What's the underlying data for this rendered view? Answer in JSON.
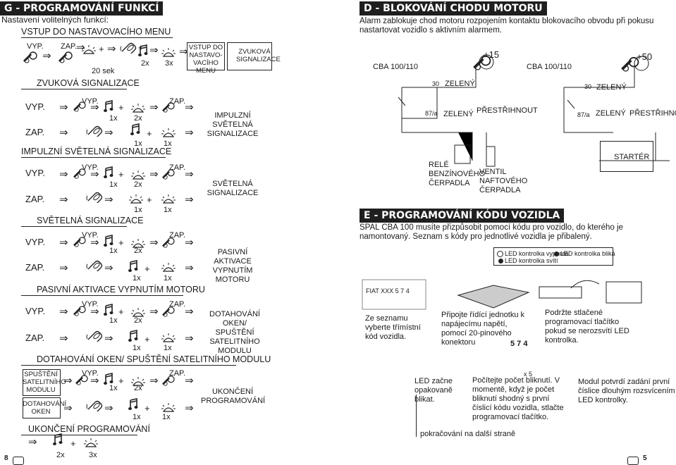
{
  "left": {
    "header": "G - PROGRAMOVÁNÍ FUNKCÍ",
    "intro": "Nastavení volitelných funkcí:",
    "entry_label": "VSTUP DO NASTAVOVACÍHO MENU",
    "entry_vyp": "VYP.",
    "entry_zap": "ZAP.",
    "entry_20s": "20 sek",
    "entry_2x": "2x",
    "entry_3x": "3x",
    "entry_box": "VSTUP DO NASTAVO-VACÍHO MENU",
    "entry_box2": "ZVUKOVÁ SIGNALIZACE",
    "sections": [
      {
        "title": "ZVUKOVÁ SIGNALIZACE",
        "box": "IMPULZNÍ SVĚTELNÁ SIGNALIZACE"
      },
      {
        "title": "IMPULZNÍ SVĚTELNÁ SIGNALIZACE",
        "box": "SVĚTELNÁ SIGNALIZACE"
      },
      {
        "title": "SVĚTELNÁ SIGNALIZACE",
        "box": "PASIVNÍ AKTIVACE VYPNUTÍM MOTORU"
      },
      {
        "title": "PASIVNÍ AKTIVACE VYPNUTÍM MOTORU",
        "box": "DOTAHOVÁNÍ OKEN/ SPUŠTĚNÍ SATELITNÍHO MODULU"
      },
      {
        "title": "DOTAHOVÁNÍ OKEN/ SPUŠTĚNÍ SATELITNÍHO MODULU",
        "box": "UKONČENÍ PROGRAMOVÁNÍ"
      }
    ],
    "row_vyp": "VYP.",
    "row_zap": "ZAP.",
    "x1": "1x",
    "x2": "2x",
    "last_left_1": "SPUŠTĚNÍ SATELITNÍHO MODULU",
    "last_left_2": "DOTAHOVÁNÍ OKEN",
    "end_label": "UKONČENÍ PROGRAMOVÁNÍ",
    "end_2x": "2x",
    "end_3x": "3x",
    "page": "8"
  },
  "right": {
    "header_d": "D - BLOKOVÁNÍ CHODU MOTORU",
    "d_text": "Alarm zablokuje chod motoru rozpojením kontaktu blokovacího obvodu při pokusu nastartovat vozidlo s aktivním alarmem.",
    "cba1": "CBA 100/110",
    "cba2": "CBA 100/110",
    "plus15": "+15",
    "plus50": "+50",
    "w30a": "30",
    "w30b": "30",
    "w87a": "87/a",
    "w87b": "87/a",
    "zeleny": "ZELENÝ",
    "prestrihnout": "PŘESTŘIHNOUT",
    "rele": "RELÉ BENZÍNOVÉHO ČERPADLA",
    "ventil": "VENTIL NAFTOVÉHO ČERPADLA",
    "starter": "STARTÉR",
    "header_e": "E - PROGRAMOVÁNÍ KÓDU VOZIDLA",
    "e_text": "SPAL CBA 100 musíte přizpůsobit pomocí kódu pro vozidlo, do kterého je namontovaný. Seznam s kódy pro jednotlivé vozidla je přibalený.",
    "legend_off": "LED kontrolka vypnutá",
    "legend_on": "LED kontrolka svítí",
    "legend_blink": "LED kontrolka bliká",
    "fiat": "FIAT XXX  5 7 4",
    "step1": "Ze seznamu vyberte třímístní kód vozidla.",
    "step2": "Připojte řídící jednotku k napájecímu napětí, pomocí 20-pinového konektoru",
    "step3": "Podržte stlačené programovací tlačítko pokud se nerozsvítí LED kontrolka.",
    "code_digits": "5 7 4",
    "step4": "LED začne opakovaně blikat.",
    "x5": "x 5",
    "step5": "Počítejte počet bliknutí. V momentě, když je počet bliknutí shodný s první číslicí kódu vozidla, stlačte programovací tlačítko.",
    "step6": "Modul potvrdí zadání první číslice dlouhým rozsvícením LED kontrolky.",
    "cont": "pokračování na další straně",
    "page": "5"
  }
}
